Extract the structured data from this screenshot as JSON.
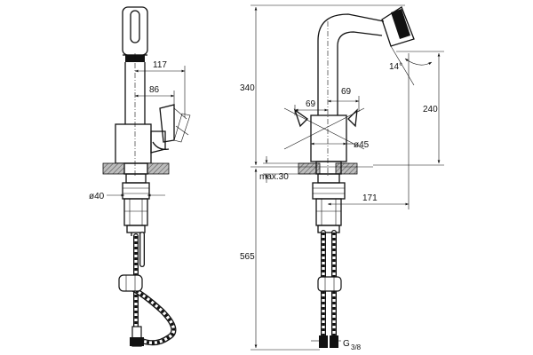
{
  "dimensions": {
    "d117": "117",
    "d86": "86",
    "d340": "340",
    "d69_left": "69",
    "d69_right": "69",
    "d240": "240",
    "d14": "14°",
    "d45": "ø45",
    "d40": "ø40",
    "max30": "max.30",
    "d171": "171",
    "d565": "565",
    "thread_g": "G",
    "thread_frac": "3/8"
  },
  "colors": {
    "line": "#111111",
    "hatch": "#9a9a9a",
    "background": "#ffffff"
  }
}
